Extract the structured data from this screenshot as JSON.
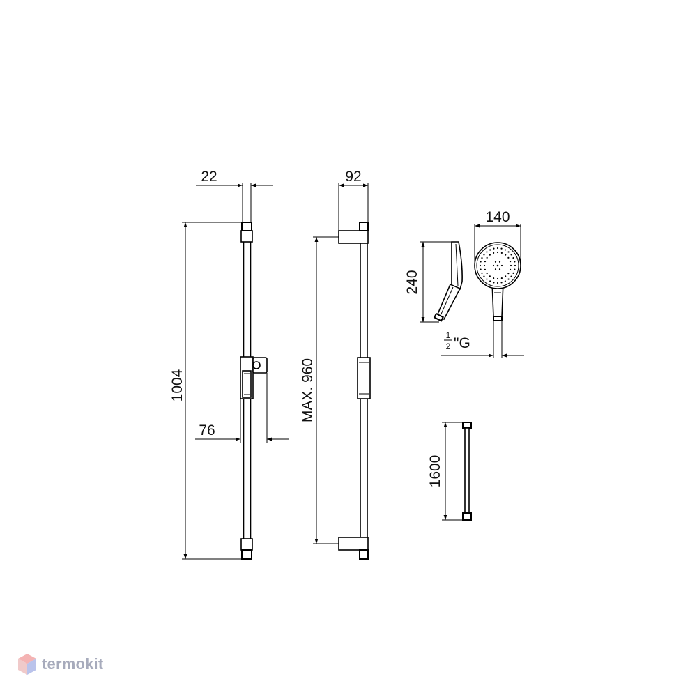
{
  "dimensions": {
    "rail_width": "22",
    "slider_offset": "76",
    "rail_length": "1004",
    "bracket_depth": "92",
    "max_spacing": "MAX. 960",
    "head_diameter": "140",
    "handshower_length": "240",
    "thread_main": "\"G",
    "thread_num": "1",
    "thread_den": "2",
    "hose_length": "1600"
  },
  "watermark": {
    "brand": "termokit"
  },
  "colors": {
    "line": "#000000",
    "watermark": "#8a8fa6",
    "logo_top": "#f2a6a6",
    "logo_side": "#a9b4e6"
  }
}
